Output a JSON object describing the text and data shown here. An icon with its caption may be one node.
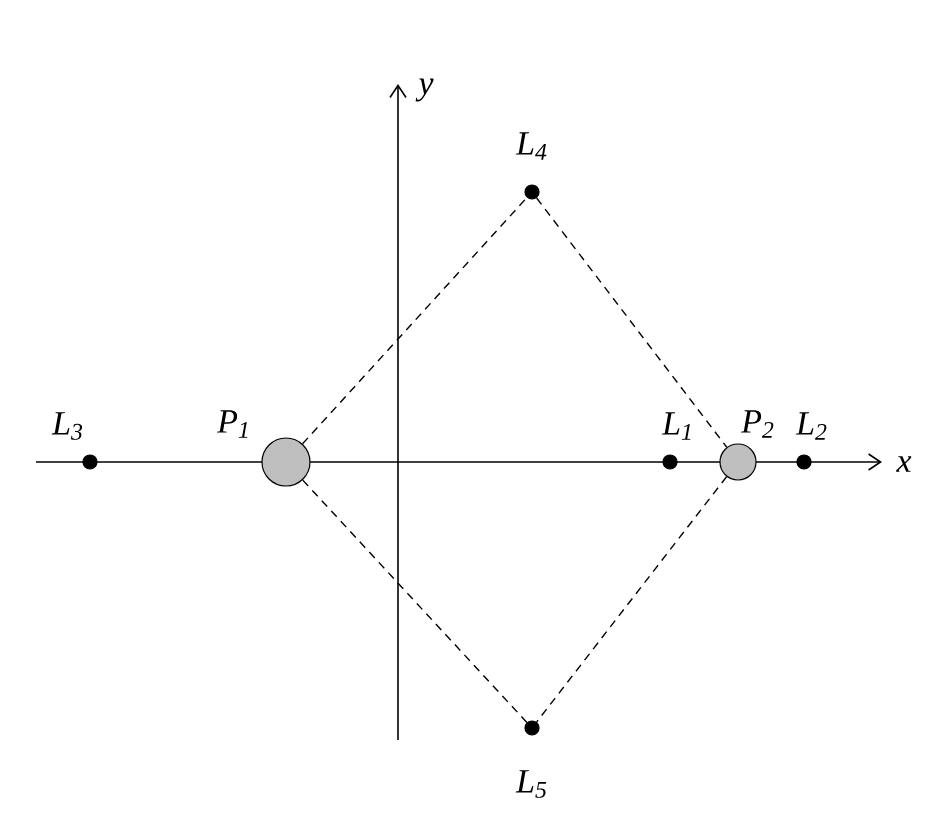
{
  "diagram": {
    "nodes": [
      {
        "text": [],
        "shape": "circle",
        "beside": [
          "L$_{4}$"
        ]
      },
      {
        "text": [],
        "shape": "circle",
        "beside": [
          "L$_{3}$"
        ]
      },
      {
        "text": [],
        "shape": "circle",
        "beside": [
          "P$_{1}$"
        ]
      },
      {
        "text": [],
        "shape": "circle",
        "beside": [
          "L$_{1}$"
        ]
      },
      {
        "text": [],
        "shape": "circle",
        "beside": [
          "P$_{2}$"
        ]
      },
      {
        "text": [],
        "shape": "circle",
        "beside": [
          "L$_{2}$"
        ]
      },
      {
        "text": [],
        "shape": "circle",
        "beside": [
          "L$_{5}$"
        ]
      }
    ],
    "edges": [
      {
        "from": 2,
        "to": 0,
        "arrow": "none",
        "style": "dashed"
      },
      {
        "from": 0,
        "to": 4,
        "arrow": "none",
        "style": "dashed"
      },
      {
        "from": 4,
        "to": 6,
        "arrow": "none",
        "style": "dashed"
      },
      {
        "from": 6,
        "to": 2,
        "arrow": "none",
        "style": "dashed"
      }
    ],
    "labels": [
      "y",
      "x"
    ]
  }
}
